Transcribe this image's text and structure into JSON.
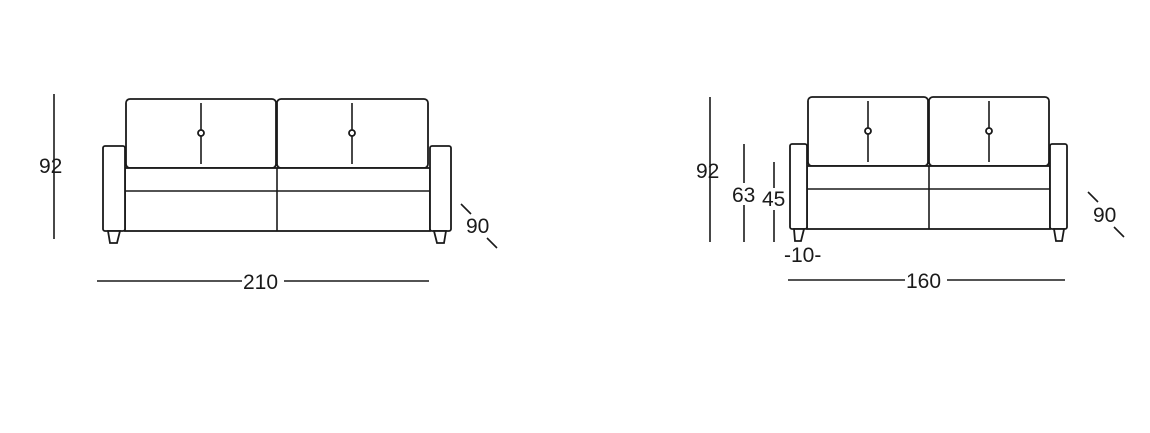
{
  "views": [
    {
      "height_label": "92",
      "width_label": "210",
      "depth_label": "90"
    },
    {
      "height_label": "92",
      "back_height_label": "63",
      "seat_height_label": "45",
      "leg_label": "-10-",
      "width_label": "160",
      "depth_label": "90"
    }
  ]
}
